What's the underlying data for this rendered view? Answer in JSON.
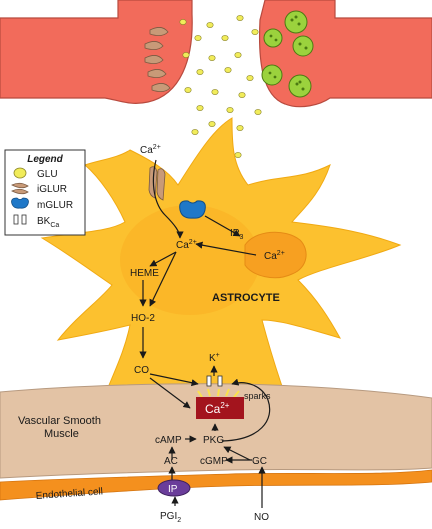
{
  "legend": {
    "title": "Legend",
    "items": [
      {
        "key": "glu",
        "label": "GLU"
      },
      {
        "key": "iglur",
        "label": "iGLUR"
      },
      {
        "key": "mglur",
        "label": "mGLUR"
      },
      {
        "key": "bkca",
        "label": "BK",
        "sub": "Ca"
      }
    ]
  },
  "labels": {
    "ca_top": "Ca",
    "ca_top_sup": "2+",
    "ip3": "IP",
    "ip3_sub": "3",
    "ca_store": "Ca",
    "ca_store_sup": "2+",
    "ca_center": "Ca",
    "ca_center_sup": "2+",
    "heme": "HEME",
    "ho2": "HO-2",
    "astrocyte": "ASTROCYTE",
    "co": "CO",
    "k": "K",
    "k_sup": "+",
    "sparks": "sparks",
    "ca_box": "Ca",
    "ca_box_sup": "2+",
    "vsm_line1": "Vascular Smooth",
    "vsm_line2": "Muscle",
    "camp": "cAMP",
    "pkg": "PKG",
    "ac": "AC",
    "cgmp": "cGMP",
    "gc": "GC",
    "endothelial": "Endothelial cell",
    "ip": "IP",
    "pgi": "PGI",
    "pgi_sub": "2",
    "no": "NO"
  },
  "colors": {
    "neuron": "#f26b5b",
    "astrocyte": "#fcc12f",
    "astrocyte_core": "#f7a021",
    "vsm": "#e3c3a5",
    "endothelial": "#f4901e",
    "glu": "#f1ec5a",
    "vesicle": "#9bd23d",
    "iglur": "#c89a78",
    "mglur": "#1f78c8",
    "ip_receptor": "#6a3d9a",
    "ca_box": "#a3141d"
  }
}
